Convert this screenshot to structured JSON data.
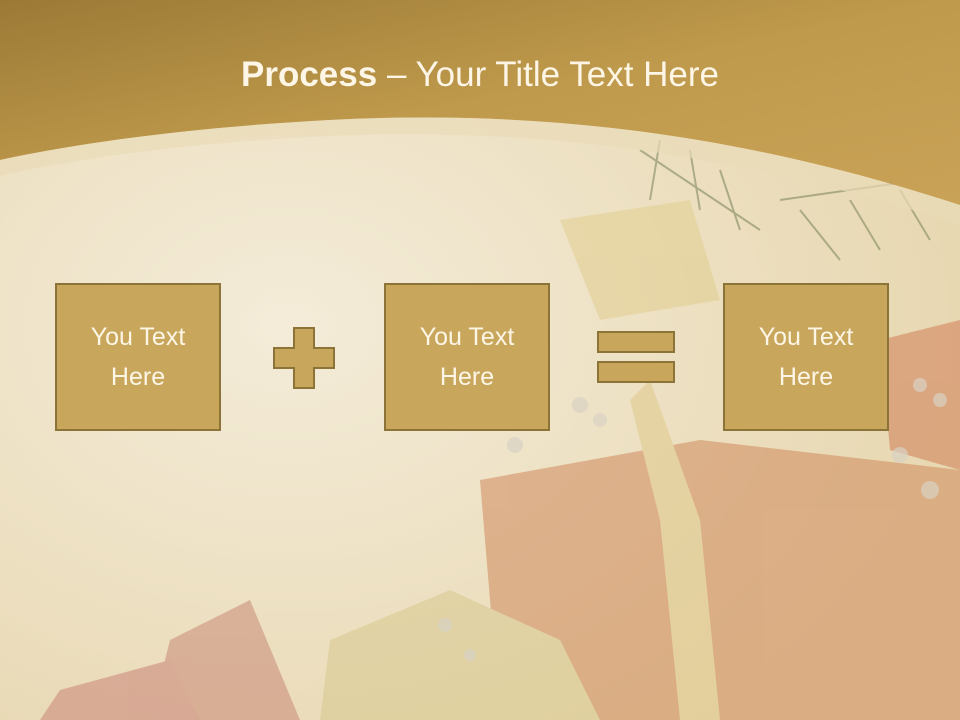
{
  "slide": {
    "title_bold": "Process",
    "title_rest": " – Your Title Text Here"
  },
  "boxes": [
    {
      "text": "You Text Here"
    },
    {
      "text": "You Text Here"
    },
    {
      "text": "You Text Here"
    }
  ],
  "colors": {
    "header_gold": "#b99546",
    "box_fill": "#c8a75c",
    "box_border": "#8c7338",
    "text_light": "#fdf6e6"
  },
  "icons": [
    "plus-sign-icon",
    "equals-sign-icon"
  ]
}
